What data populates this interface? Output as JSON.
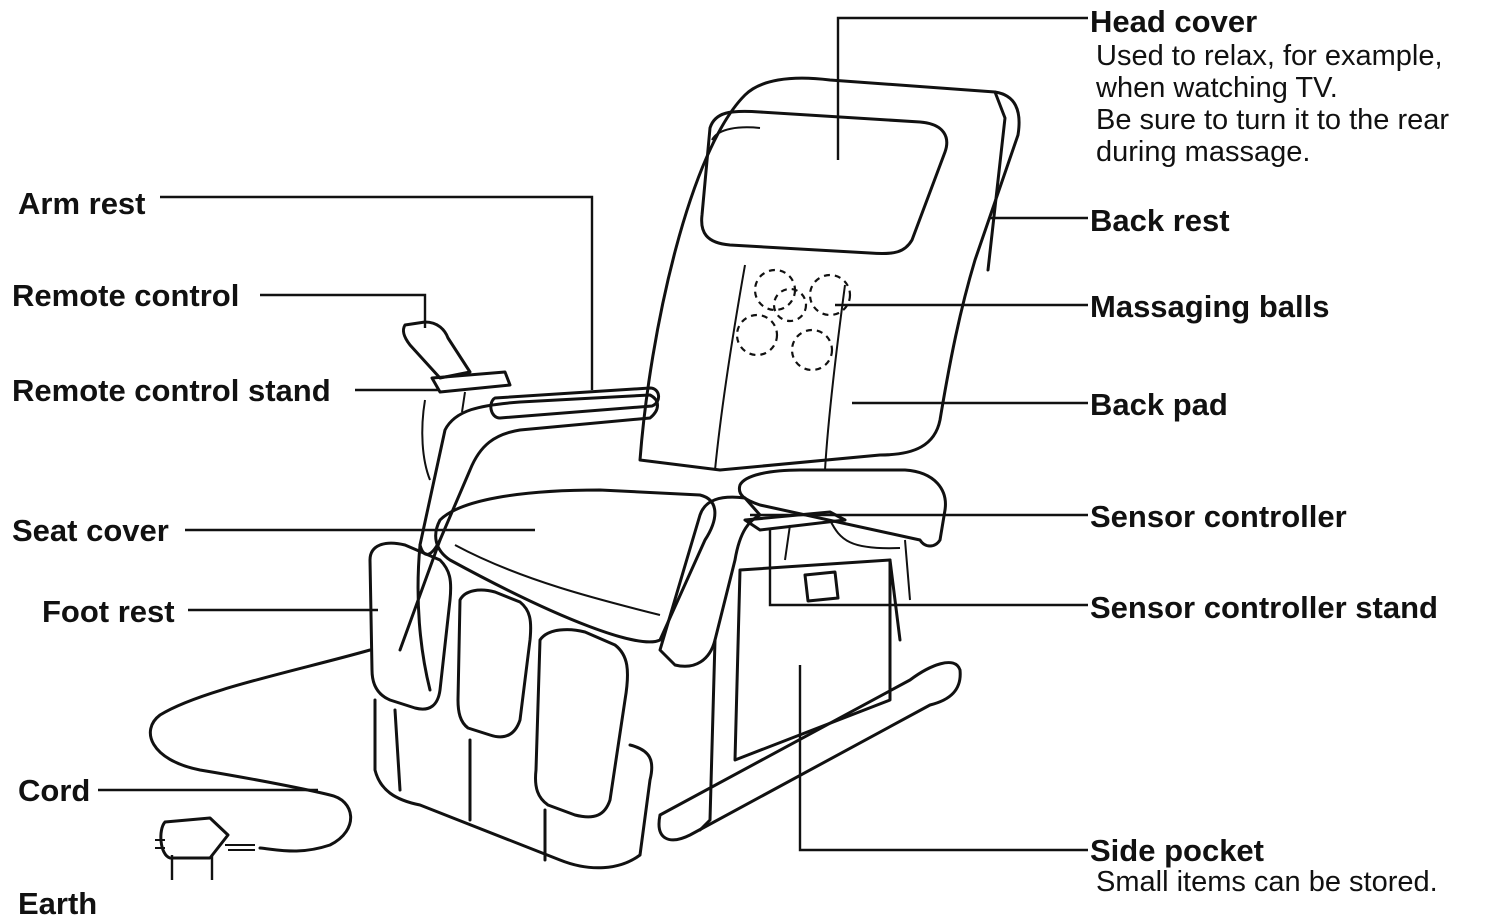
{
  "labels": {
    "head_cover": "Head cover",
    "head_cover_desc": "Used to relax, for example,\nwhen watching TV.\nBe sure to turn it to the rear\nduring massage.",
    "back_rest": "Back rest",
    "massaging_balls": "Massaging balls",
    "back_pad": "Back pad",
    "sensor_controller": "Sensor controller",
    "sensor_controller_stand": "Sensor controller stand",
    "side_pocket": "Side pocket",
    "side_pocket_desc": "Small items can be stored.",
    "arm_rest": "Arm rest",
    "remote_control": "Remote control",
    "remote_control_stand": "Remote control stand",
    "seat_cover": "Seat cover",
    "foot_rest": "Foot rest",
    "cord": "Cord",
    "bottom_left_cropped": "Earth"
  }
}
